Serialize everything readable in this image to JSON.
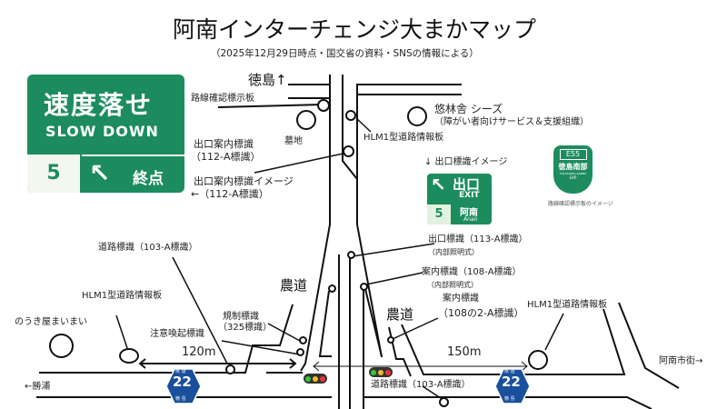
{
  "title": "阿南インターチェンジ大まかマップ",
  "subtitle": "（2025年12月29日時点・国交省の資料・SNSの情報による）",
  "directions": {
    "north": "徳島↑",
    "west": "←勝浦",
    "east": "阿南市街→"
  },
  "slow_sign": {
    "jp": "速度落せ",
    "en": "SLOW DOWN",
    "exit_no": "5",
    "end": "終点"
  },
  "exit_sign": {
    "caption": "↓ 出口標識イメージ",
    "jp": "出口",
    "en": "EXIT",
    "exit_no": "5",
    "city_jp": "阿南",
    "city_en": "Anan"
  },
  "route_sign": {
    "code": "E55",
    "jp": "徳島南部",
    "en": "TOKUSHIMA-NANBU",
    "exp": "EXP",
    "caption": "路線確認標示板のイメージ"
  },
  "route22": {
    "top": "県 道",
    "num": "22",
    "bottom": "徳 島"
  },
  "labels": {
    "route_confirm": "路線確認標示板",
    "cemetery": "墓地",
    "exit_guide_1": "出口案内標識",
    "exit_guide_2": "（112-A標識）",
    "exit_guide_img_1": "出口案内標識イメージ",
    "exit_guide_img_2": "←（112-A標識）",
    "yurin_1": "悠林舎 シーズ",
    "yurin_2": "（障がい者向けサービス＆支援組織）",
    "hlm_top": "HLM1型道路情報板",
    "exit_113_1": "出口標識（113-A標識）",
    "exit_113_2": "（内部照明式）",
    "guide_108_1": "案内標識（108-A標識）",
    "guide_108_2": "（内部照明式）",
    "guide_1082_1": "案内標識",
    "guide_1082_2": "（108の2-A標識）",
    "road_103_left": "道路標識（103-A標識）",
    "hlm_left": "HLM1型道路情報板",
    "noukiya": "のうき屋まいまい",
    "reg_1": "規制標識",
    "reg_2": "（325標識）",
    "caution": "注意喚起標識",
    "farm_left": "農道",
    "farm_right": "農道",
    "dist_left": "120m",
    "dist_right": "150m",
    "hlm_right": "HLM1型道路情報板",
    "road_103_right": "道路標識（103-A標識）"
  },
  "colors": {
    "sign_green": "#1c8c5e",
    "route_blue": "#1a4f9c"
  }
}
